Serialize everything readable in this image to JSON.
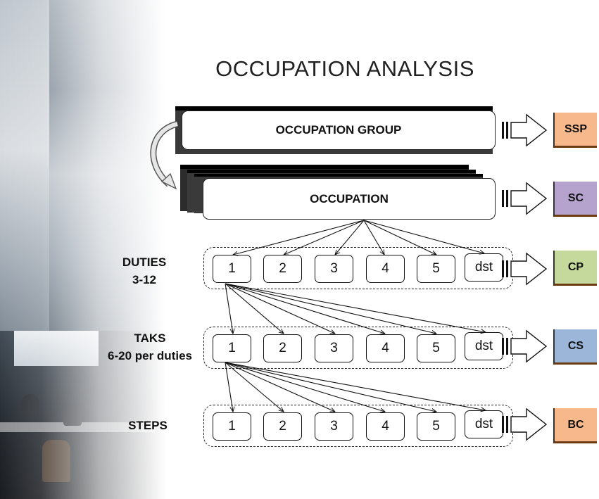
{
  "title": "OCCUPATION ANALYSIS",
  "occupation_group": "OCCUPATION GROUP",
  "occupation": "OCCUPATION",
  "rows": [
    {
      "label_line1": "DUTIES",
      "label_line2": "3-12",
      "boxes": [
        "1",
        "2",
        "3",
        "4",
        "5",
        "dst"
      ]
    },
    {
      "label_line1": "TAKS",
      "label_line2": "6-20 per duties",
      "boxes": [
        "1",
        "2",
        "3",
        "4",
        "5",
        "dst"
      ]
    },
    {
      "label_line1": "STEPS",
      "label_line2": "",
      "boxes": [
        "1",
        "2",
        "3",
        "4",
        "5",
        "dst"
      ]
    }
  ],
  "badges": [
    {
      "text": "SSP",
      "color": "#f7b98c"
    },
    {
      "text": "SC",
      "color": "#b6a3cd"
    },
    {
      "text": "CP",
      "color": "#c4d99b"
    },
    {
      "text": "CS",
      "color": "#9bb6d8"
    },
    {
      "text": "BC",
      "color": "#f7b98c"
    }
  ]
}
